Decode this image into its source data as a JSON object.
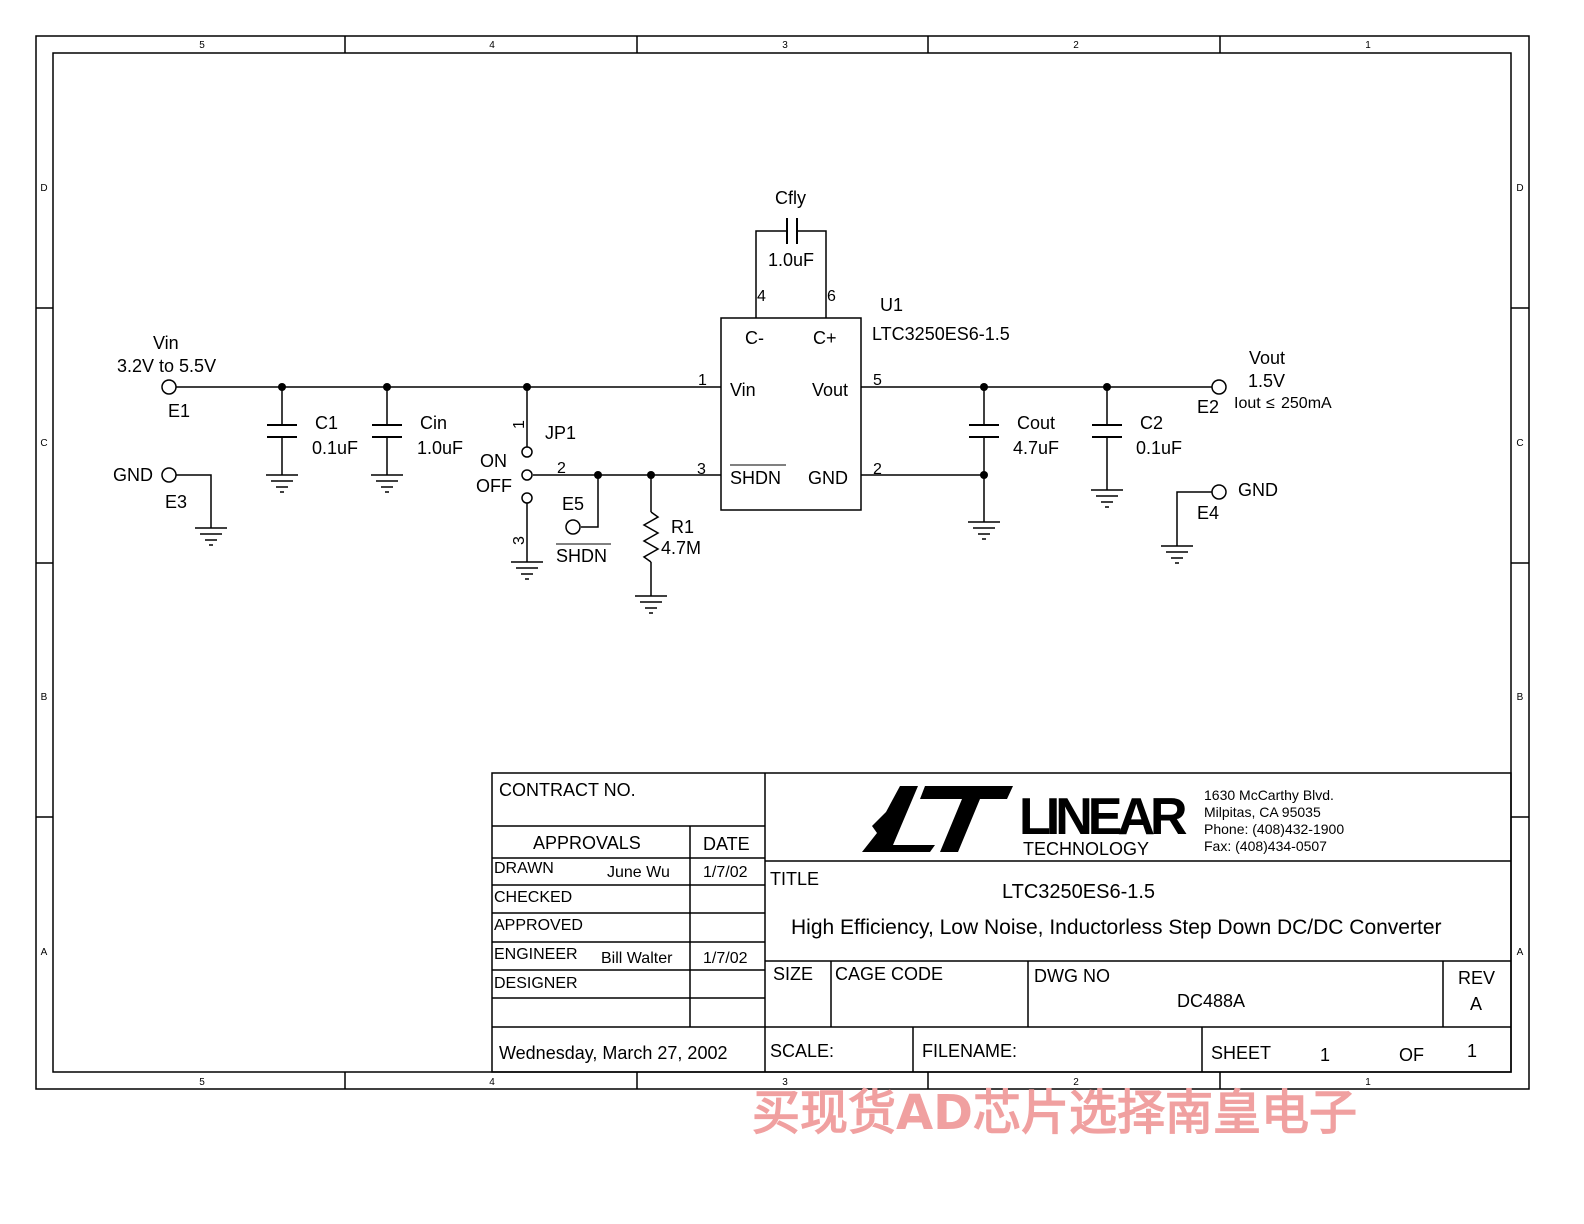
{
  "border": {
    "columns": [
      "5",
      "4",
      "3",
      "2",
      "1"
    ],
    "rows": [
      "D",
      "C",
      "B",
      "A"
    ]
  },
  "schematic": {
    "vin_label": "Vin",
    "vin_range": "3.2V to 5.5V",
    "e1": "E1",
    "gnd_left": "GND",
    "e3": "E3",
    "c1_name": "C1",
    "c1_value": "0.1uF",
    "cin_name": "Cin",
    "cin_value": "1.0uF",
    "jp1": "JP1",
    "jp1_pin1": "1",
    "jp1_pin2": "2",
    "jp1_pin3": "3",
    "on": "ON",
    "off": "OFF",
    "e5": "E5",
    "shdn_ext": "SHDN",
    "r1_name": "R1",
    "r1_value": "4.7M",
    "cfly_name": "Cfly",
    "cfly_value": "1.0uF",
    "u1_name": "U1",
    "u1_part": "LTC3250ES6-1.5",
    "pin_cminus": "C-",
    "pin_cplus": "C+",
    "pin_vin": "Vin",
    "pin_vout": "Vout",
    "pin_shdn": "SHDN",
    "pin_gnd": "GND",
    "pin_num_1": "1",
    "pin_num_2": "2",
    "pin_num_3": "3",
    "pin_num_4": "4",
    "pin_num_5": "5",
    "pin_num_6": "6",
    "vout_label": "Vout",
    "vout_value": "1.5V",
    "iout": "Iout",
    "iout_value": "250mA",
    "e2": "E2",
    "cout_name": "Cout",
    "cout_value": "4.7uF",
    "c2_name": "C2",
    "c2_value": "0.1uF",
    "gnd_right": "GND",
    "e4": "E4"
  },
  "title_block": {
    "contract_no": "CONTRACT NO.",
    "approvals": "APPROVALS",
    "date_header": "DATE",
    "drawn": "DRAWN",
    "drawn_name": "June Wu",
    "drawn_date": "1/7/02",
    "checked": "CHECKED",
    "approved": "APPROVED",
    "engineer": "ENGINEER",
    "engineer_name": "Bill Walter",
    "engineer_date": "1/7/02",
    "designer": "DESIGNER",
    "print_date": "Wednesday, March 27, 2002",
    "logo_word": "LINEAR",
    "logo_sub": "TECHNOLOGY",
    "address1": "1630 McCarthy Blvd.",
    "address2": "Milpitas, CA 95035",
    "phone": "Phone: (408)432-1900",
    "fax": "Fax: (408)434-0507",
    "title_label": "TITLE",
    "title_part": "LTC3250ES6-1.5",
    "title_desc": "High Efficiency, Low Noise, Inductorless Step Down DC/DC Converter",
    "size_label": "SIZE",
    "cage_code_label": "CAGE CODE",
    "dwg_no_label": "DWG NO",
    "dwg_no": "DC488A",
    "rev_label": "REV",
    "rev": "A",
    "scale_label": "SCALE:",
    "filename_label": "FILENAME:",
    "sheet_label": "SHEET",
    "sheet_num": "1",
    "of_label": "OF",
    "sheet_total": "1"
  },
  "watermark": "买现货AD芯片选择南皇电子"
}
